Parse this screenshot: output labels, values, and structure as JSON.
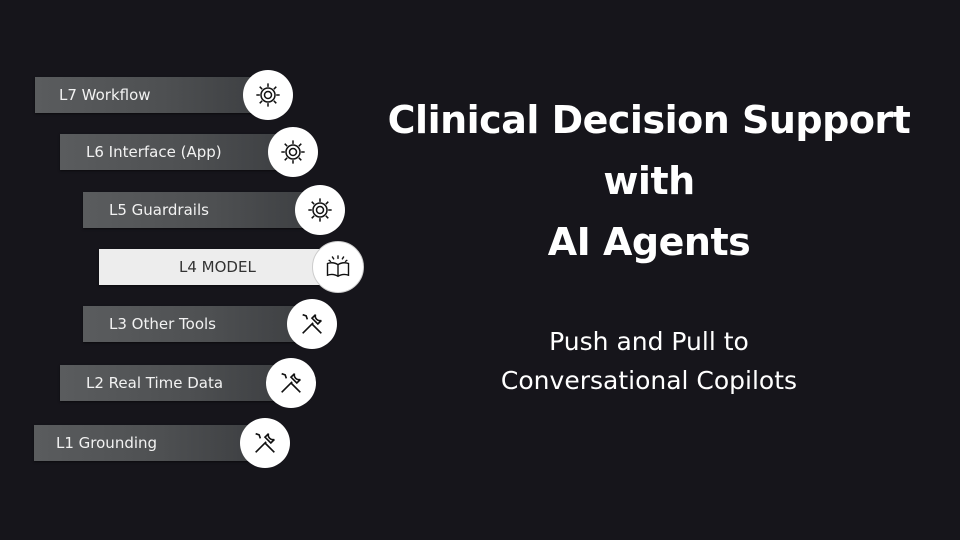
{
  "layers": [
    {
      "label": "L7   Workflow",
      "icon": "gear-icon"
    },
    {
      "label": "L6 Interface (App)",
      "icon": "gear-icon"
    },
    {
      "label": "L5  Guardrails",
      "icon": "gear-icon"
    },
    {
      "label": "L4   MODEL",
      "icon": "open-book-icon"
    },
    {
      "label": "L3 Other Tools",
      "icon": "tools-icon"
    },
    {
      "label": "L2   Real Time Data",
      "icon": "tools-icon"
    },
    {
      "label": "L1  Grounding",
      "icon": "tools-icon"
    }
  ],
  "title": {
    "line1": "Clinical Decision Support",
    "line2": "with",
    "line3": "AI Agents"
  },
  "subtitle": {
    "line1": "Push and Pull to",
    "line2": "Conversational Copilots"
  },
  "colors": {
    "background": "#16151b",
    "bar": "#505254",
    "highlight_bar": "#ededed",
    "text": "#ffffff"
  }
}
